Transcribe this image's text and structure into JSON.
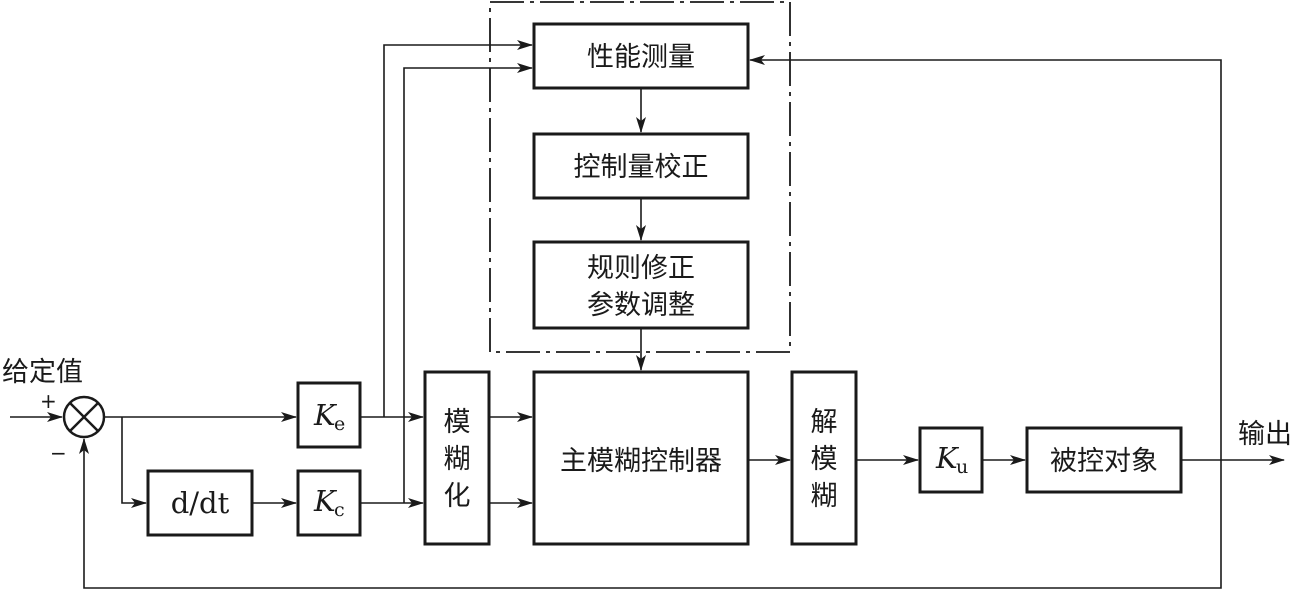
{
  "labels": {
    "setpoint": "给定值",
    "output": "输出",
    "plus": "+",
    "minus": "−"
  },
  "blocks": {
    "performance": "性能测量",
    "correction": "控制量校正",
    "rule_line1": "规则修正",
    "rule_line2": "参数调整",
    "fuzzify_1": "模",
    "fuzzify_2": "糊",
    "fuzzify_3": "化",
    "main_controller": "主模糊控制器",
    "defuzz_1": "解",
    "defuzz_2": "模",
    "defuzz_3": "糊",
    "plant": "被控对象",
    "derivative": "d/dt"
  },
  "gains": {
    "ke": {
      "symbol": "K",
      "subscript": "e"
    },
    "kc": {
      "symbol": "K",
      "subscript": "c"
    },
    "ku": {
      "symbol": "K",
      "subscript": "u"
    }
  }
}
